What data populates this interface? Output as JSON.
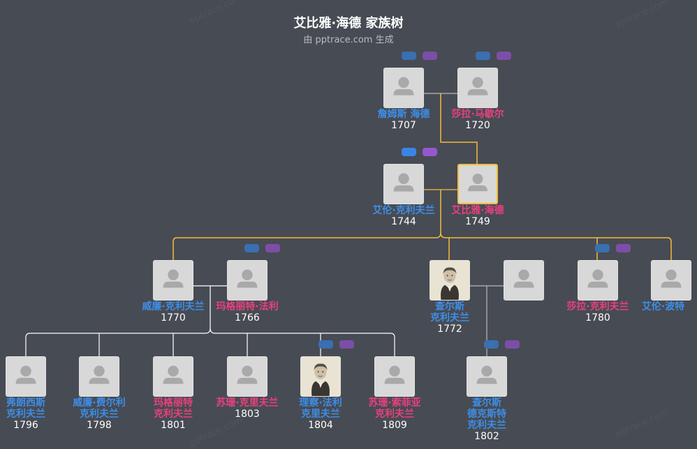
{
  "header": {
    "title": "艾比雅·海德 家族树",
    "subtitle": "由 pptrace.com 生成",
    "watermark": "pptrace.com"
  },
  "colors": {
    "male": "#3d8ee8",
    "female": "#e8407e",
    "gold_line": "#f3bd3b",
    "grey_line": "#b8b8b8",
    "white_line": "#ffffff"
  },
  "people": {
    "james": {
      "name_lines": [
        "詹姆斯 海德"
      ],
      "year": "1707",
      "sex": "m"
    },
    "sarah_m": {
      "name_lines": [
        "莎拉·马歇尔"
      ],
      "year": "1720",
      "sex": "f"
    },
    "allen": {
      "name_lines": [
        "艾伦·克利夫兰"
      ],
      "year": "1744",
      "sex": "m"
    },
    "abiah": {
      "name_lines": [
        "艾比雅·海德"
      ],
      "year": "1749",
      "sex": "f"
    },
    "william": {
      "name_lines": [
        "威廉·克利夫兰"
      ],
      "year": "1770",
      "sex": "m"
    },
    "margaret": {
      "name_lines": [
        "玛格丽特·法利"
      ],
      "year": "1766",
      "sex": "f"
    },
    "charles": {
      "name_lines": [
        "查尔斯",
        "克利夫兰"
      ],
      "year": "1772",
      "sex": "m"
    },
    "spouse_c": {
      "name_lines": [],
      "year": "",
      "sex": "u"
    },
    "sarah_c": {
      "name_lines": [
        "莎拉·克利夫兰"
      ],
      "year": "1780",
      "sex": "f"
    },
    "allen_b": {
      "name_lines": [
        "艾伦·波特"
      ],
      "year": "",
      "sex": "m"
    },
    "francis": {
      "name_lines": [
        "弗朗西斯",
        "克利夫兰"
      ],
      "year": "1796",
      "sex": "m"
    },
    "william_f": {
      "name_lines": [
        "威廉·费尔利",
        "克利夫兰"
      ],
      "year": "1798",
      "sex": "m"
    },
    "margaret_c": {
      "name_lines": [
        "玛格丽特",
        "克利夫兰"
      ],
      "year": "1801",
      "sex": "f"
    },
    "susan_c": {
      "name_lines": [
        "苏珊·克里夫兰"
      ],
      "year": "1803",
      "sex": "f"
    },
    "richard": {
      "name_lines": [
        "理察·法利",
        "克里夫兰"
      ],
      "year": "1804",
      "sex": "m"
    },
    "susan_s": {
      "name_lines": [
        "苏珊·索菲亚",
        "克利夫兰"
      ],
      "year": "1809",
      "sex": "f"
    },
    "charles_d": {
      "name_lines": [
        "查尔斯",
        "德克斯特",
        "克利夫兰"
      ],
      "year": "1802",
      "sex": "m"
    }
  }
}
